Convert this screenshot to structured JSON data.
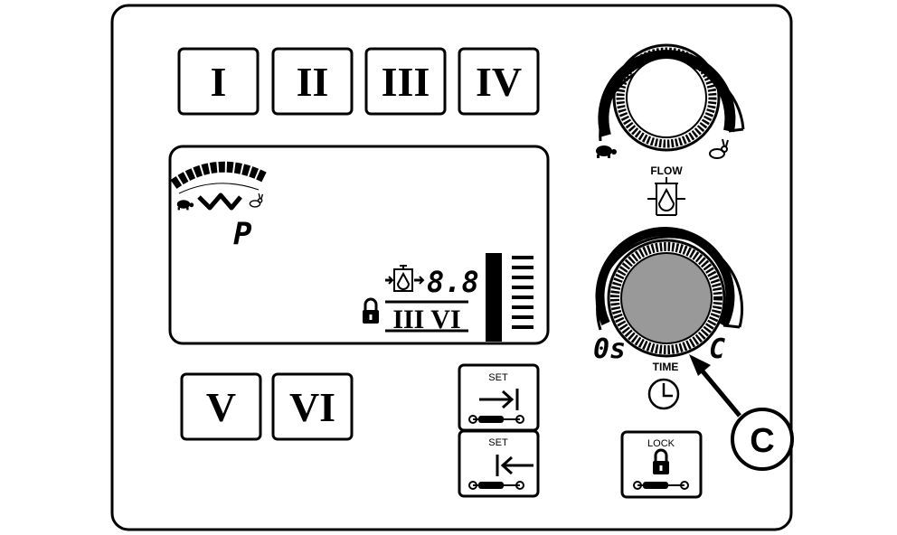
{
  "program_buttons": [
    "I",
    "II",
    "III",
    "IV",
    "V",
    "VI"
  ],
  "display": {
    "mode_letter": "P",
    "flow_value": "8.8",
    "program_readout": "III VI"
  },
  "flow_knob": {
    "label": "FLOW"
  },
  "time_knob": {
    "label": "TIME",
    "min_label": "0s",
    "max_label": "C"
  },
  "set_buttons": [
    {
      "label": "SET",
      "arrow": "→|"
    },
    {
      "label": "SET",
      "arrow": "|←"
    }
  ],
  "lock_button": {
    "label": "LOCK"
  },
  "callout": {
    "letter": "C"
  },
  "colors": {
    "ink": "#000000",
    "knob_highlight": "#999999",
    "background": "#ffffff"
  }
}
